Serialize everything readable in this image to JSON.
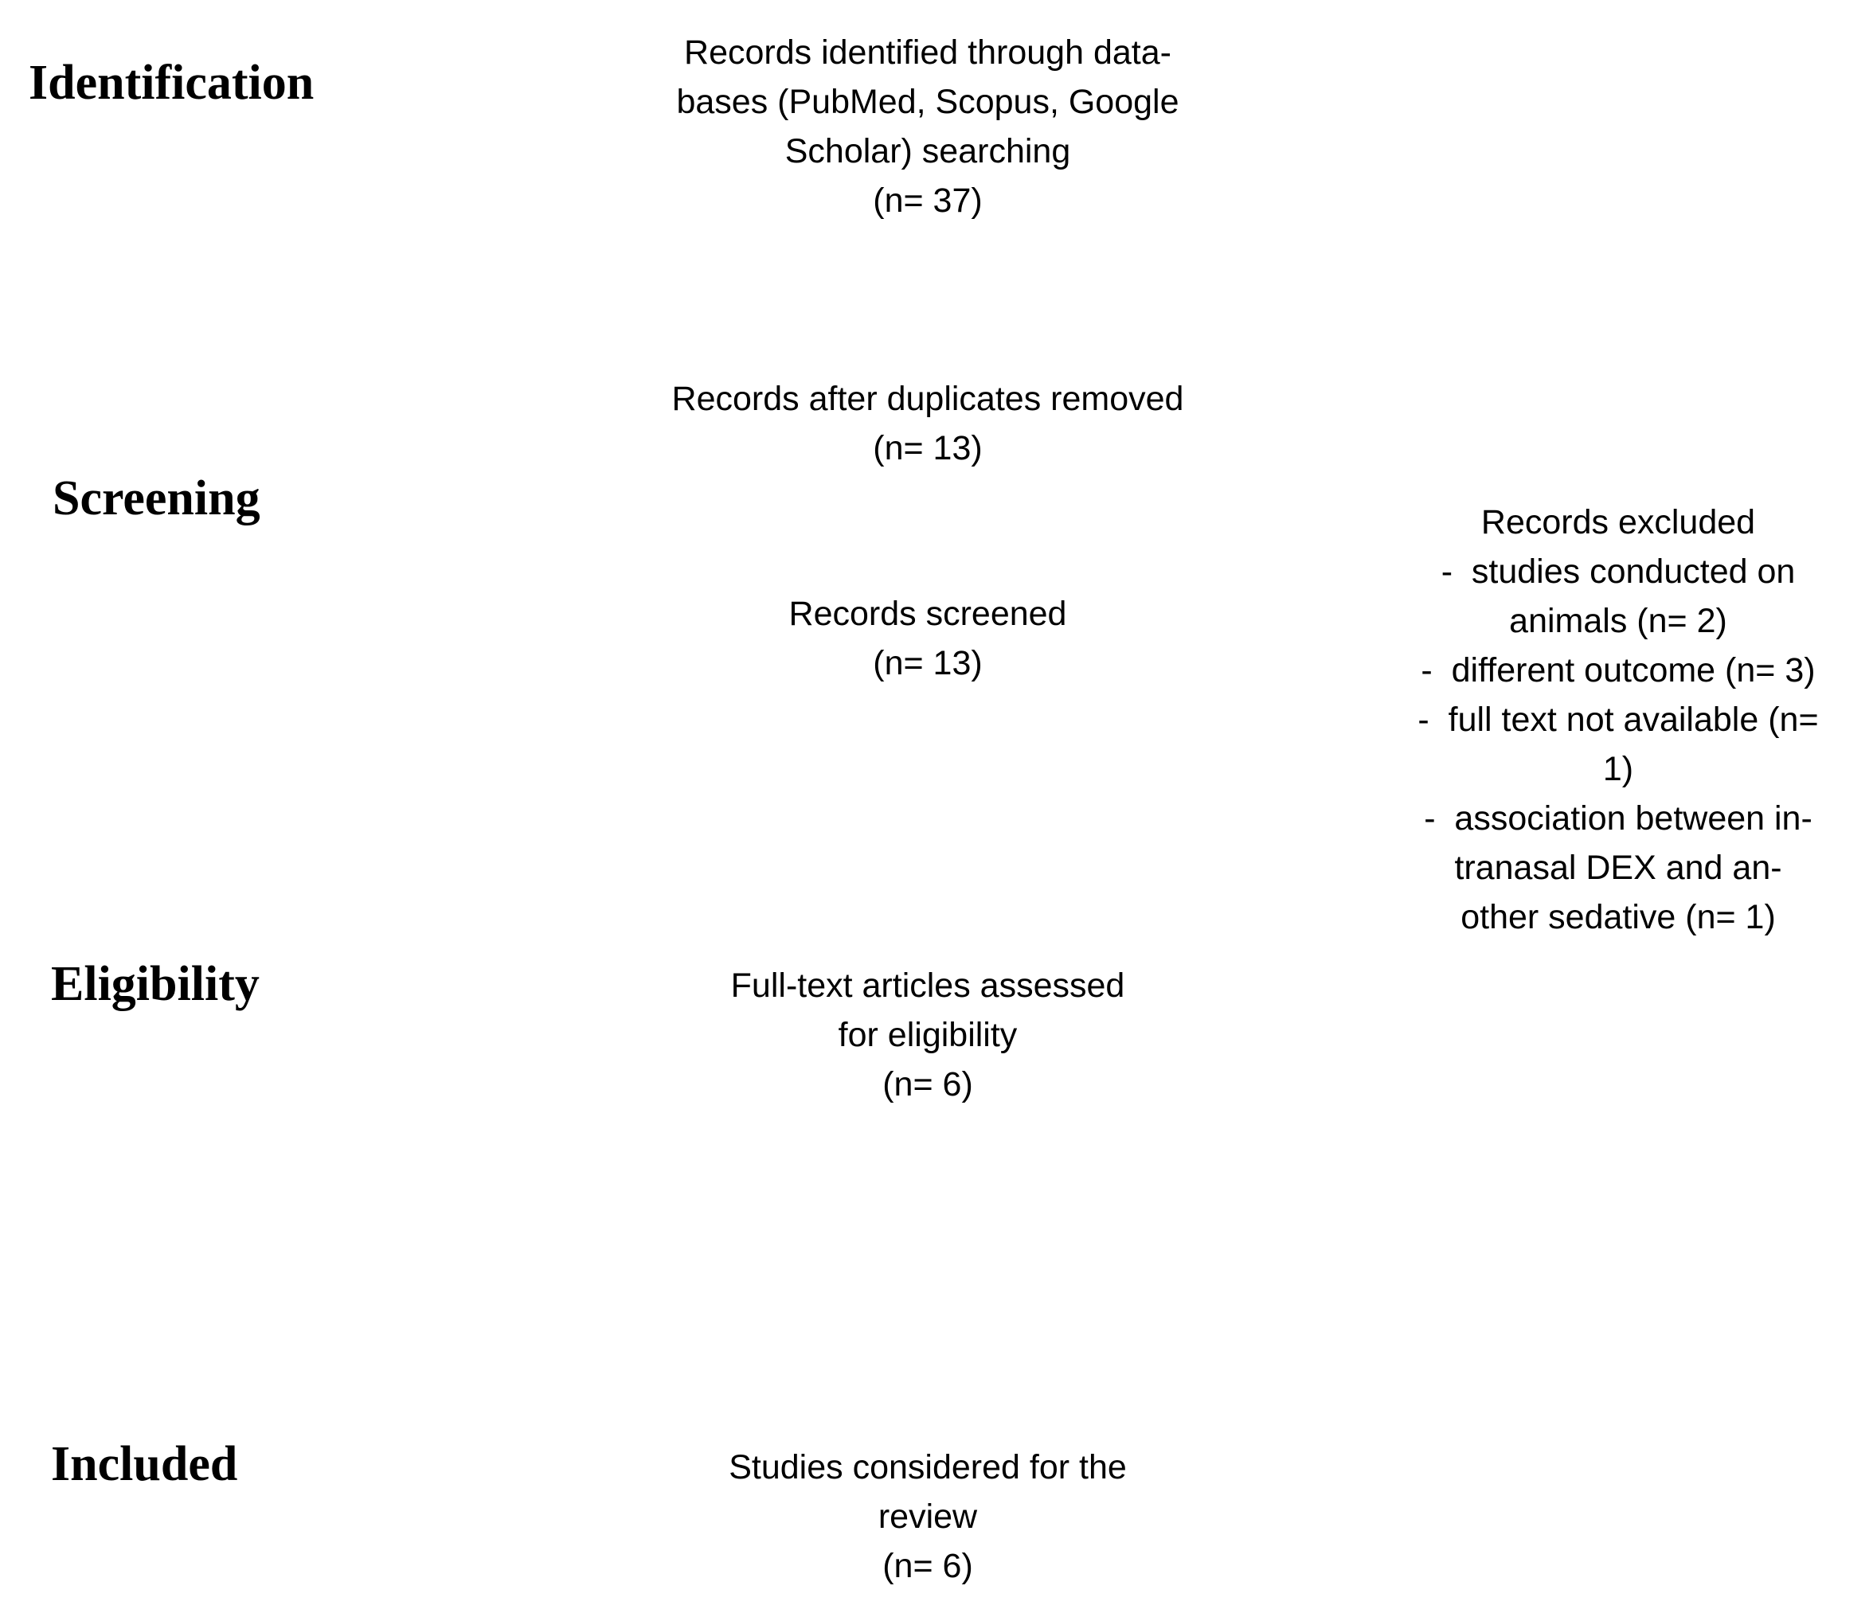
{
  "page": {
    "background_color": "#ffffff",
    "text_color": "#000000"
  },
  "stage_labels": {
    "identification": "Identification",
    "screening": "Screening",
    "eligibility": "Eligibility",
    "included": "Included"
  },
  "flow_boxes": {
    "records_identified": {
      "lines": [
        "Records identified through data-",
        "bases (PubMed, Scopus, Google",
        "Scholar) searching",
        "(n= 37)"
      ]
    },
    "duplicates_removed": {
      "lines": [
        "Records after duplicates removed",
        "(n= 13)"
      ]
    },
    "records_screened": {
      "lines": [
        "Records screened",
        "(n= 13)"
      ]
    },
    "fulltext_assessed": {
      "lines": [
        "Full-text articles assessed",
        "for eligibility",
        "(n= 6)"
      ]
    },
    "studies_included": {
      "lines": [
        "Studies considered for the",
        "review",
        "(n= 6)"
      ]
    }
  },
  "records_excluded": {
    "lines": [
      "Records excluded",
      "-  studies conducted on",
      "animals (n= 2)",
      "-  different outcome (n= 3)",
      "-  full text not available (n=",
      "1)",
      "-  association between in-",
      "tranasal DEX and an-",
      "other sedative (n= 1)"
    ]
  }
}
